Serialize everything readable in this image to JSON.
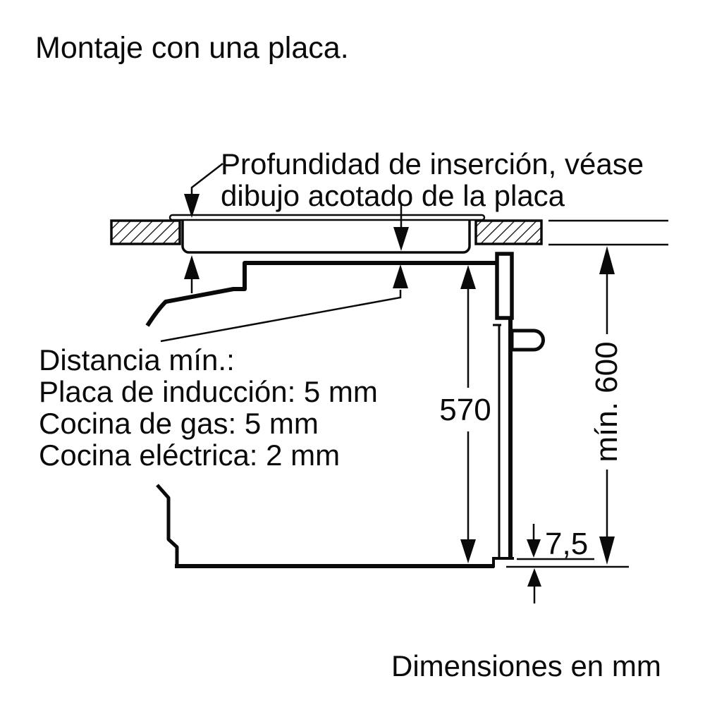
{
  "title": "Montaje con una placa.",
  "callouts": {
    "insertion": [
      "Profundidad de inserción, véase",
      "dibujo acotado de la placa"
    ],
    "min_distance": [
      "Distancia mín.:",
      "Placa de inducción: 5 mm",
      "Cocina de gas: 5 mm",
      "Cocina eléctrica: 2 mm"
    ]
  },
  "dimensions": {
    "oven_height": "570",
    "min_niche_height": "mín. 600",
    "door_overhang": "7,5"
  },
  "footer": "Dimensiones en mm",
  "colors": {
    "line": "#000000",
    "background": "#ffffff"
  }
}
